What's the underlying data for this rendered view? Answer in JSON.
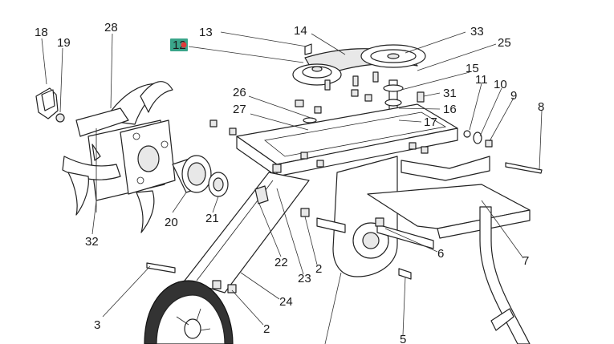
{
  "callouts": {
    "c18": "18",
    "c19": "19",
    "c28": "28",
    "c12": "12",
    "c13": "13",
    "c14": "14",
    "c33": "33",
    "c25": "25",
    "c15": "15",
    "c11": "11",
    "c10": "10",
    "c9": "9",
    "c8": "8",
    "c26": "26",
    "c31": "31",
    "c27": "27",
    "c16": "16",
    "c17": "17",
    "c20": "20",
    "c21": "21",
    "c32": "32",
    "c22": "22",
    "c23": "23",
    "c2a": "2",
    "c6": "6",
    "c7": "7",
    "c3": "3",
    "c24": "24",
    "c2b": "2",
    "c5": "5"
  },
  "highlighted_callout": "12",
  "colors": {
    "highlight": "#3aa58a",
    "highlight_dot": "#e03a3a",
    "line": "#222222"
  }
}
